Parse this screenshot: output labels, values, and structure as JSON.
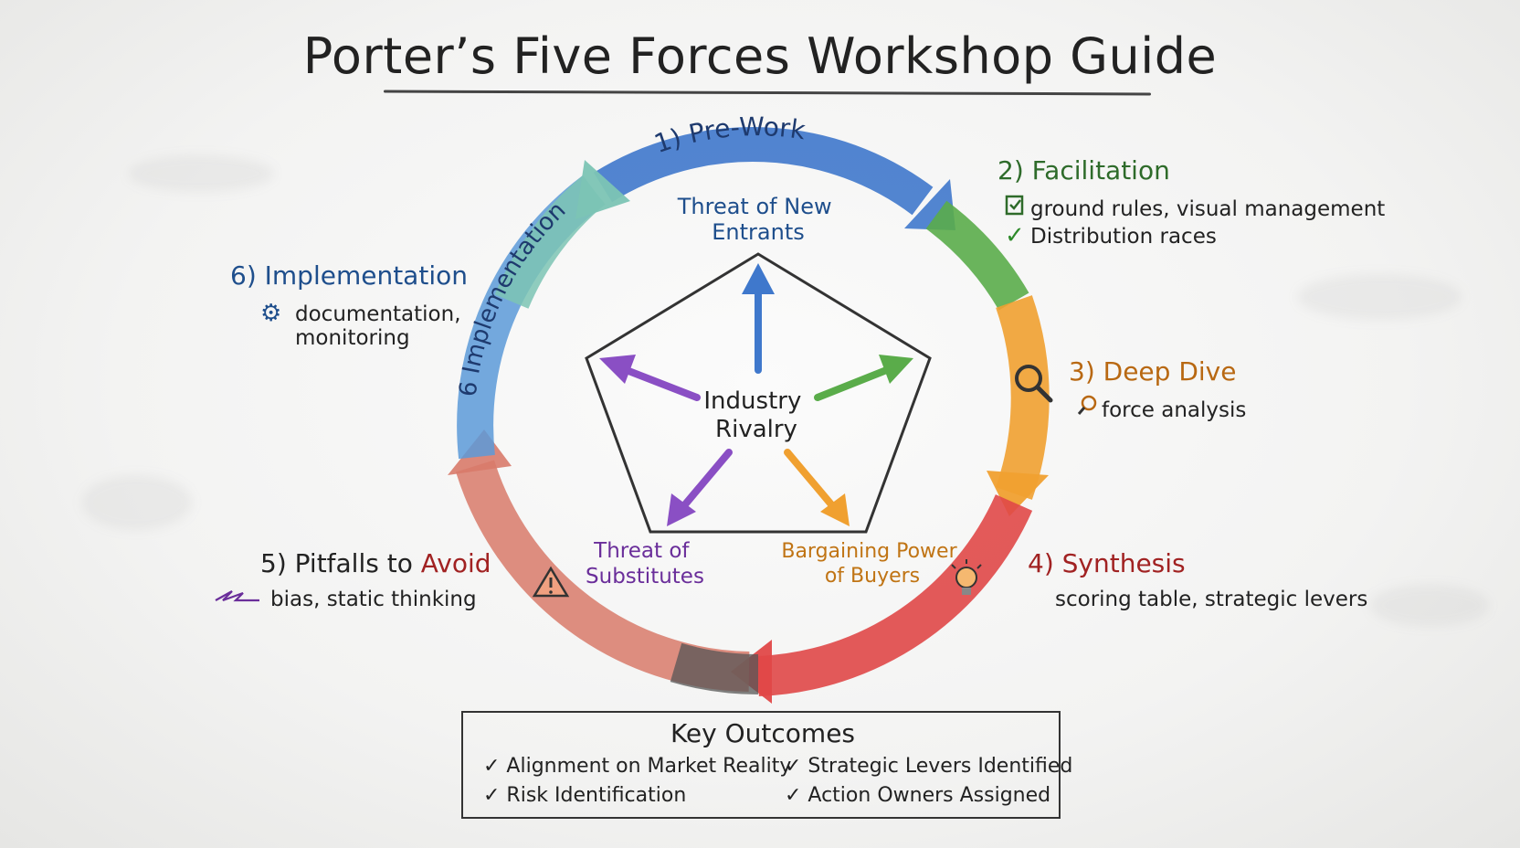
{
  "title": "Porter’s Five Forces Workshop Guide",
  "colors": {
    "blue": "#3f78cc",
    "green": "#5aac4a",
    "orange": "#f0a030",
    "red": "#e04848",
    "rose": "#d87a6a",
    "teal": "#7cc4b4",
    "navy": "#1e4e8c",
    "darkgreen": "#2e6b2a",
    "darkorange": "#b86812",
    "darkred": "#a12222",
    "purple": "#6a2e9a",
    "text": "#222222"
  },
  "cycle": {
    "ring_label_prework": "1) Pre-Work",
    "ring_label_implementation": "6 Implementation"
  },
  "forces": {
    "center": [
      "Industry",
      "Rivalry"
    ],
    "new_entrants": [
      "Threat of New",
      "Entrants"
    ],
    "substitutes": [
      "Threat of",
      "Substitutes"
    ],
    "buyers": [
      "Bargaining Power",
      "of Buyers"
    ]
  },
  "stages": {
    "facilitation": {
      "title": "2) Facilitation",
      "note1": "ground rules, visual management",
      "note2": "Distribution races",
      "icon1": "clipboard-icon",
      "icon2": "check-icon"
    },
    "deep_dive": {
      "title": "3) Deep Dive",
      "note1": "force analysis",
      "icon1": "magnifier-icon"
    },
    "synthesis": {
      "title": "4) Synthesis",
      "note1": "scoring table, strategic levers",
      "icon1": "lightbulb-icon"
    },
    "pitfalls": {
      "title_part1": "5) Pitfalls to ",
      "title_part2": "Avoid",
      "note1": "bias, static thinking",
      "icon1": "warning-icon"
    },
    "implementation": {
      "title": "6) Implementation",
      "note1": "documentation,",
      "note2": "monitoring",
      "icon1": "gear-icon"
    }
  },
  "outcomes": {
    "title": "Key Outcomes",
    "items": [
      "✓ Alignment on Market Reality",
      "✓ Strategic Levers Identified",
      "✓ Risk Identification",
      "✓ Action Owners Assigned"
    ]
  }
}
